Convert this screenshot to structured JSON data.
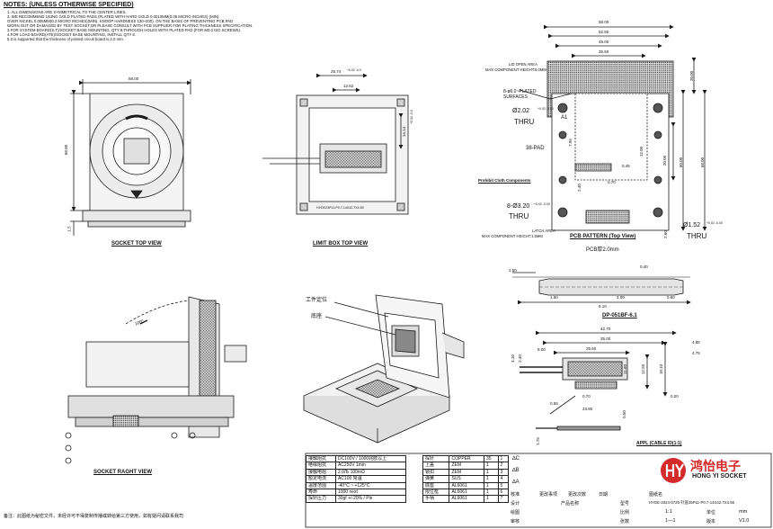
{
  "notes": {
    "title": "NOTES: (UNLESS OTHERWISE SPECIFIED)",
    "items": [
      "1. ALL DIMENSIONS ARE SYMMETRICAL TO THE CENTER LINES.",
      "2. WE RECOMMEND USING GOLD PLATED PADS (PLATED WITH HARD GOLD 0.0013MM(0.05 MICRO INCHES) (MIN).",
      "OVER NICKEL 0.005MM(0.2 MICRO INCHES)(MIN), KNOOP HARDNESS 130~200). ON THE BASIS OF PREVENTING PCB PAD",
      "WORN OUT OR DAMAGED BY TEST SOCKET,OR PLEASE CONSULT WITH PCB SUPPLIER FOR PLATING THICKNESS SPECIFICATION.",
      "3.FOR SYSTEM BOARD(S.T)/SOCKET BASE MOUNTING, QTY 8,THROUGH HOLES WITH PLATED PAD (FOR M3.0 ISO SCREWS).",
      "4.FOR LOAD BOARD(ATE)/SOCKET BASE MOUNTING, INSTALL QTY 8.",
      "5.It is supported that the thickness of printed circuit board is 2.0 mm."
    ]
  },
  "views": {
    "socket_top": {
      "caption": "SOCKET TOP VIEW",
      "dim_width": "58.00",
      "dim_height": "68.00",
      "dim_side": "1.5"
    },
    "limit_box": {
      "caption": "LIMIT BOX   TOP VIEW",
      "dim_a": "25.74",
      "dim_a_tol": "+0.02 -0.0",
      "dim_b": "12.62",
      "dim_c": "14.14",
      "dim_c_tol": "+0.02 -0.0",
      "part_no": "HYDE23P11-P0.7-14X42.7X4.55"
    },
    "pcb": {
      "caption": "PCB PATTERN (Top View)",
      "thickness": "PCB厚2.0mm",
      "lid_open": "LID OPEN AREA",
      "max_height": "MAX COMPONENT HEIGHT:8.0MM",
      "latch_area": "LATCH AREA",
      "latch_height": "MAX COMPONENT HEIGHT:1.5MM",
      "pad_plated": "8-ø6.0~PLATED SURFACES",
      "hole_a": "Ø2.02",
      "hole_a_tol": "+0.02 -0.00",
      "thru": "THRU",
      "a1": "A1",
      "pad_count": "38-PAD",
      "prohibit": "Prohibit Cloth Components",
      "hole_b": "8-Ø3.20",
      "hole_b_tol": "+0.02 -0.00",
      "hole_c": "Ø1.52",
      "hole_c_tol": "+0.02 -0.00",
      "top_dims": [
        "58.00",
        "52.50",
        "48.00",
        "35.50"
      ],
      "side_dims": [
        "20.00",
        "60.00",
        "68.00",
        "12.00",
        "20.00"
      ],
      "inner_dims": [
        "7.95",
        "0.45",
        "0.70",
        "2.40",
        "2.60"
      ]
    },
    "pin": {
      "caption": "DP-051BF-6.1",
      "dims": [
        "2.50",
        "0.40",
        "1.50",
        "4.00",
        "0.60",
        "6.10"
      ]
    },
    "cable": {
      "caption": "APPL (CABLE ID(1:1)",
      "dims_top": [
        "42.70",
        "35.00",
        "25.60",
        "8.00"
      ],
      "dims_right": [
        "4.85",
        "4.75",
        "18.10",
        "12.50",
        "11.60",
        "0.20"
      ],
      "dims_left": [
        "4.10",
        "2.40",
        "0.55",
        "0.70",
        "23.80",
        "0.50",
        "1.75"
      ]
    },
    "socket_right": {
      "caption": "SOCKET RAGHT VIEW",
      "angle": "100°"
    },
    "iso": {
      "label_a": "工件定位",
      "label_b": "底座"
    }
  },
  "spec_table": [
    [
      "接触阻抗",
      "DC100V / 1000兆欧以上"
    ],
    [
      "绝缘阻抗",
      "AC250V 1min"
    ],
    [
      "接触电阻",
      "2.0Љ 100mΩ"
    ],
    [
      "额定电流",
      "AC100 常温"
    ],
    [
      "温度范围",
      "-40°C ~ +125°C"
    ],
    [
      "寿命",
      "1000 next"
    ],
    [
      "探针压力",
      "30gf +/-20% / Pin"
    ]
  ],
  "material_table": [
    [
      "探针",
      "COPPER",
      "35",
      "1"
    ],
    [
      "上盖",
      "ZEM",
      "1",
      "2"
    ],
    [
      "锁扣",
      "ZEM",
      "1",
      "3"
    ],
    [
      "弹簧",
      "SUS",
      "1",
      "4"
    ],
    [
      "底座",
      "AL6061",
      "1",
      "5"
    ],
    [
      "限位框",
      "AL6061",
      "1",
      "6"
    ],
    [
      "手柄",
      "AL6061",
      "1",
      "7"
    ]
  ],
  "material_header": [
    "名称",
    "COPPER",
    "35",
    "∆C",
    "∆B",
    "∆A"
  ],
  "title_block": {
    "approve": "核准",
    "design": "设计",
    "drawn": "绘图",
    "check": "审核",
    "change_note": "更改事项",
    "change_count": "更改次数",
    "change_date": "日期",
    "product_name": "产品名称",
    "product_no": "型号",
    "drawing_no": "HYDE-2024-0725-针座35P11-P0.7-14X42.7X4.55",
    "scale_label": "比例",
    "scale": "1:1",
    "unit_label": "单位",
    "unit": "mm",
    "sheet_label": "张数",
    "sheet": "1—1",
    "version_label": "版本",
    "version": "V1.0",
    "drawing_type": "图纸名"
  },
  "company": {
    "name_cn": "鸿怡电子",
    "name_en": "HONG YI SOCKET"
  },
  "footnote": "备注：此图纸为秘密文件，未经许可不得复制传播或转给第三方使用，如有疑问请联系我司",
  "colors": {
    "line": "#1a1a1a",
    "fill": "#d9d9d9",
    "dark": "#555555",
    "red": "#d42a2a"
  }
}
